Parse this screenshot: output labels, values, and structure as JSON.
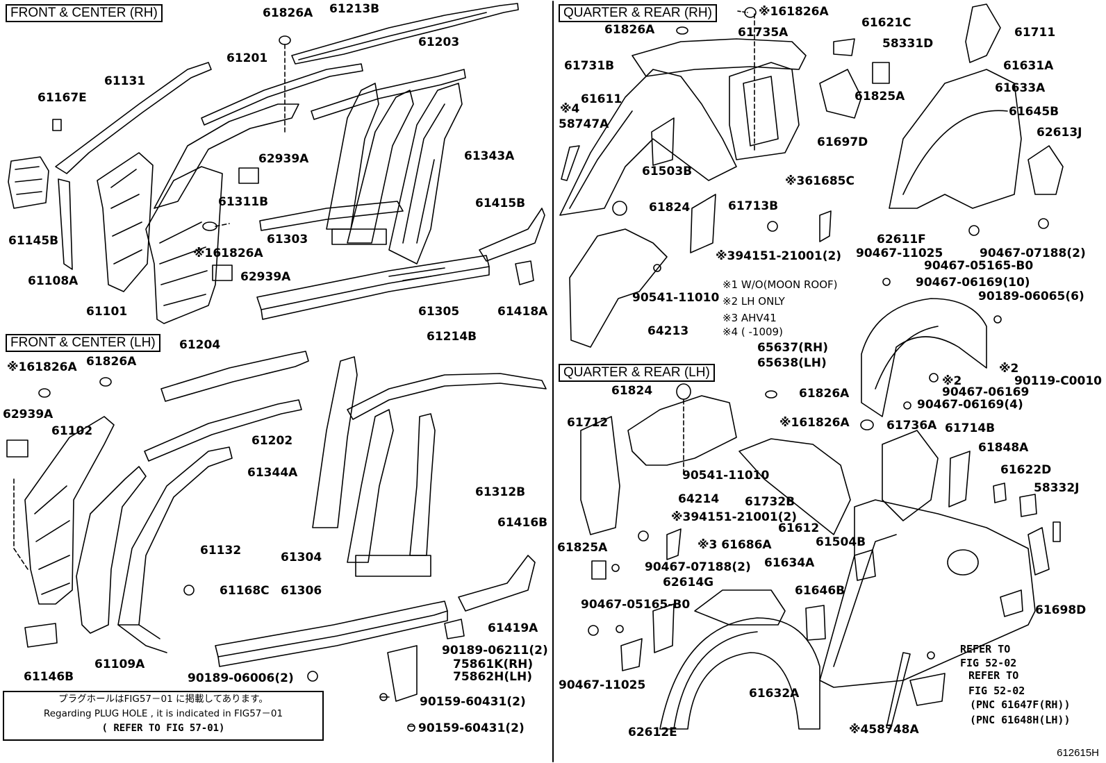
{
  "sections": {
    "front_center_rh": "FRONT & CENTER (RH)",
    "front_center_lh": "FRONT & CENTER (LH)",
    "quarter_rear_rh": "QUARTER  &  REAR (RH)",
    "quarter_rear_lh": "QUARTER  &  REAR (LH)"
  },
  "parts": [
    {
      "id": "p1",
      "text": "61826A"
    },
    {
      "id": "p2",
      "text": "61213B"
    },
    {
      "id": "p3",
      "text": "61201"
    },
    {
      "id": "p4",
      "text": "61203"
    },
    {
      "id": "p5",
      "text": "61131"
    },
    {
      "id": "p6",
      "text": "61167E"
    },
    {
      "id": "p7",
      "text": "62939A"
    },
    {
      "id": "p8",
      "text": "61343A"
    },
    {
      "id": "p9",
      "text": "61311B"
    },
    {
      "id": "p10",
      "text": "61415B"
    },
    {
      "id": "p11",
      "text": "61145B"
    },
    {
      "id": "p12",
      "text": "61303"
    },
    {
      "id": "p13",
      "text": "※161826A"
    },
    {
      "id": "p14",
      "text": "61108A"
    },
    {
      "id": "p15",
      "text": "62939A"
    },
    {
      "id": "p16",
      "text": "61101"
    },
    {
      "id": "p17",
      "text": "61305"
    },
    {
      "id": "p18",
      "text": "61418A"
    },
    {
      "id": "p19",
      "text": "61204"
    },
    {
      "id": "p20",
      "text": "61214B"
    },
    {
      "id": "p21",
      "text": "※161826A"
    },
    {
      "id": "p22",
      "text": "61826A"
    },
    {
      "id": "p23",
      "text": "62939A"
    },
    {
      "id": "p24",
      "text": "61102"
    },
    {
      "id": "p25",
      "text": "61202"
    },
    {
      "id": "p26",
      "text": "61344A"
    },
    {
      "id": "p27",
      "text": "61312B"
    },
    {
      "id": "p28",
      "text": "61416B"
    },
    {
      "id": "p29",
      "text": "61132"
    },
    {
      "id": "p30",
      "text": "61304"
    },
    {
      "id": "p31",
      "text": "61168C"
    },
    {
      "id": "p32",
      "text": "61306"
    },
    {
      "id": "p33",
      "text": "61419A"
    },
    {
      "id": "p34",
      "text": "61146B"
    },
    {
      "id": "p35",
      "text": "61109A"
    },
    {
      "id": "p36",
      "text": "90189-06211(2)"
    },
    {
      "id": "p37",
      "text": "75861K(RH)"
    },
    {
      "id": "p38",
      "text": "75862H(LH)"
    },
    {
      "id": "p39",
      "text": "90189-06006(2)"
    },
    {
      "id": "p40",
      "text": "90159-60431(2)"
    },
    {
      "id": "p41",
      "text": "90159-60431(2)"
    },
    {
      "id": "p42",
      "text": "※161826A"
    },
    {
      "id": "p43",
      "text": "61826A"
    },
    {
      "id": "p44",
      "text": "61735A"
    },
    {
      "id": "p45",
      "text": "61621C"
    },
    {
      "id": "p46",
      "text": "58331D"
    },
    {
      "id": "p47",
      "text": "61711"
    },
    {
      "id": "p48",
      "text": "61731B"
    },
    {
      "id": "p49",
      "text": "61631A"
    },
    {
      "id": "p50",
      "text": "61611"
    },
    {
      "id": "p51",
      "text": "61825A"
    },
    {
      "id": "p52",
      "text": "61633A"
    },
    {
      "id": "p53",
      "text": "※4"
    },
    {
      "id": "p54",
      "text": "61645B"
    },
    {
      "id": "p55",
      "text": "58747A"
    },
    {
      "id": "p56",
      "text": "61697D"
    },
    {
      "id": "p57",
      "text": "62613J"
    },
    {
      "id": "p58",
      "text": "61503B"
    },
    {
      "id": "p59",
      "text": "※361685C"
    },
    {
      "id": "p60",
      "text": "61824"
    },
    {
      "id": "p61",
      "text": "61713B"
    },
    {
      "id": "p62",
      "text": "62611F"
    },
    {
      "id": "p63",
      "text": "※394151-21001(2)"
    },
    {
      "id": "p64",
      "text": "90467-11025"
    },
    {
      "id": "p65",
      "text": "90467-07188(2)"
    },
    {
      "id": "p66",
      "text": "90467-05165-B0"
    },
    {
      "id": "p67",
      "text": "90467-06169(10)"
    },
    {
      "id": "p68",
      "text": "90541-11010"
    },
    {
      "id": "p69",
      "text": "90189-06065(6)"
    },
    {
      "id": "p70",
      "text": "64213"
    },
    {
      "id": "p71",
      "text": "65637(RH)"
    },
    {
      "id": "p72",
      "text": "65638(LH)"
    },
    {
      "id": "p73",
      "text": "※2"
    },
    {
      "id": "p74",
      "text": "※2"
    },
    {
      "id": "p75",
      "text": "90119-C0010"
    },
    {
      "id": "p76",
      "text": "90467-06169"
    },
    {
      "id": "p77",
      "text": "90467-06169(4)"
    },
    {
      "id": "p78",
      "text": "61824"
    },
    {
      "id": "p79",
      "text": "61826A"
    },
    {
      "id": "p80",
      "text": "61712"
    },
    {
      "id": "p81",
      "text": "※161826A"
    },
    {
      "id": "p82",
      "text": "61736A"
    },
    {
      "id": "p83",
      "text": "61714B"
    },
    {
      "id": "p84",
      "text": "61848A"
    },
    {
      "id": "p85",
      "text": "90541-11010"
    },
    {
      "id": "p86",
      "text": "61622D"
    },
    {
      "id": "p87",
      "text": "64214"
    },
    {
      "id": "p88",
      "text": "61732B"
    },
    {
      "id": "p89",
      "text": "58332J"
    },
    {
      "id": "p90",
      "text": "※394151-21001(2)"
    },
    {
      "id": "p91",
      "text": "61612"
    },
    {
      "id": "p92",
      "text": "61504B"
    },
    {
      "id": "p93",
      "text": "※3 61686A"
    },
    {
      "id": "p94",
      "text": "61825A"
    },
    {
      "id": "p95",
      "text": "61634A"
    },
    {
      "id": "p96",
      "text": "90467-07188(2)"
    },
    {
      "id": "p97",
      "text": "62614G"
    },
    {
      "id": "p98",
      "text": "61646B"
    },
    {
      "id": "p99",
      "text": "90467-05165-B0"
    },
    {
      "id": "p100",
      "text": "61698D"
    },
    {
      "id": "p101",
      "text": "90467-11025"
    },
    {
      "id": "p102",
      "text": "61632A"
    },
    {
      "id": "p103",
      "text": "62612E"
    },
    {
      "id": "p104",
      "text": "※458748A"
    }
  ],
  "notes": [
    "※1 W/O(MOON ROOF)",
    "※2 LH ONLY",
    "※3 AHV41",
    "※4 (     -1009)"
  ],
  "refer": [
    "REFER TO",
    "FIG 52-02",
    "REFER TO",
    "FIG 52-02",
    "(PNC 61647F(RH))",
    "(PNC 61648H(LH))"
  ],
  "plug_note": {
    "line1": "プラグホールはFIG57－01 に掲載してあります。",
    "line2": "Regarding PLUG HOLE , it is indicated in FIG57－01",
    "line3": "(  REFER  TO  FIG  57-01)"
  },
  "figure_id": "612615H"
}
